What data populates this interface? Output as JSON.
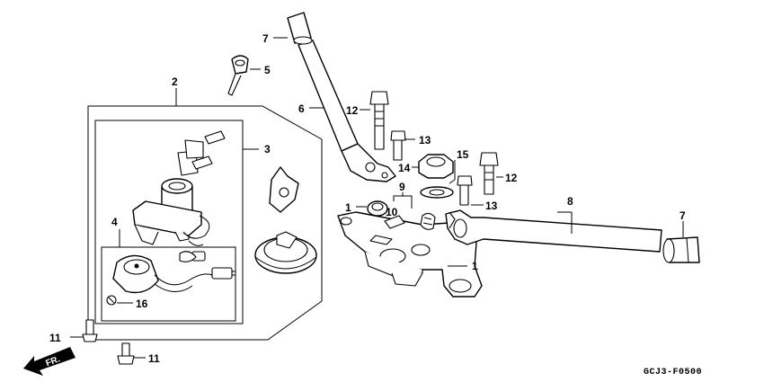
{
  "diagram": {
    "code": "GCJ3-F0500",
    "direction": "FR.",
    "callouts": {
      "c1a": "1",
      "c1b": "1",
      "c2": "2",
      "c3": "3",
      "c4": "4",
      "c5": "5",
      "c6": "6",
      "c7a": "7",
      "c7b": "7",
      "c8": "8",
      "c9": "9",
      "c10": "10",
      "c11a": "11",
      "c11b": "11",
      "c12a": "12",
      "c12b": "12",
      "c13a": "13",
      "c13b": "13",
      "c14": "14",
      "c15": "15",
      "c16": "16"
    }
  }
}
